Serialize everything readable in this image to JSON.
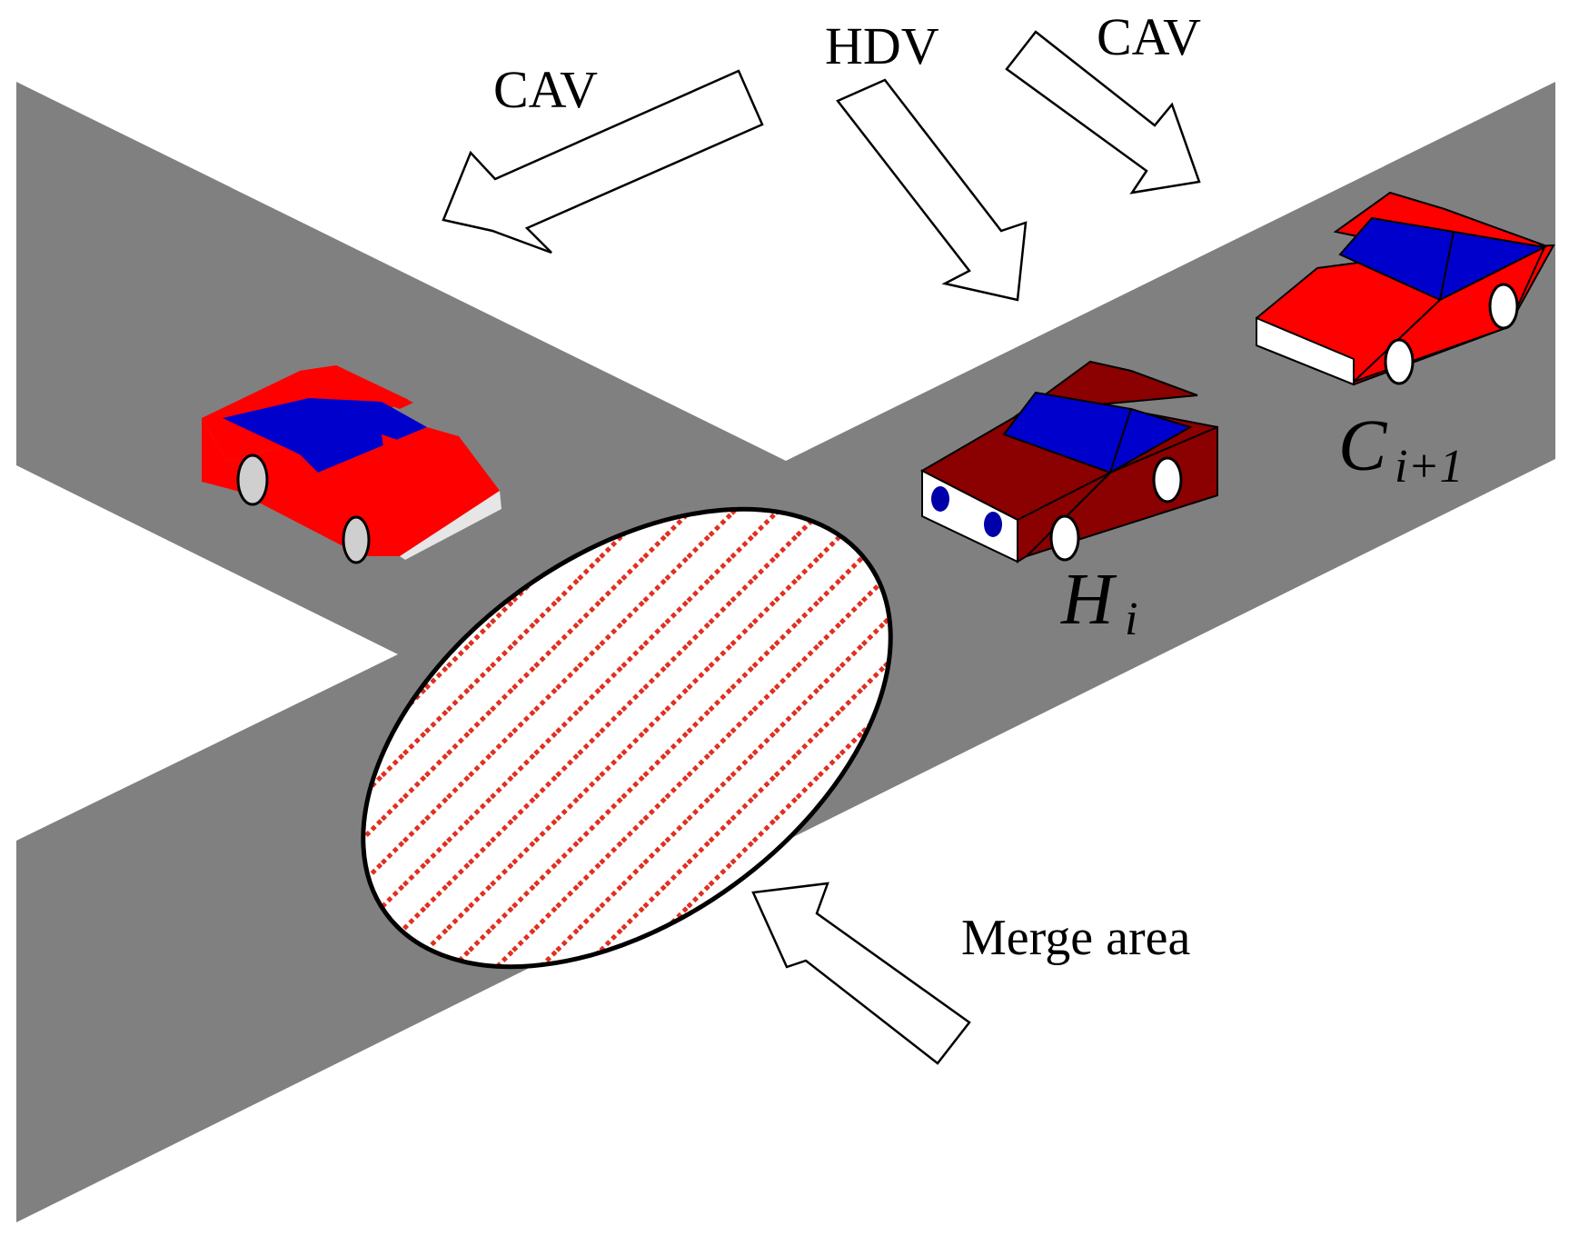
{
  "labels": {
    "cav_left": "CAV",
    "hdv_top": "HDV",
    "cav_right": "CAV",
    "merge": "Merge area"
  },
  "vehicles": {
    "h_main": "H",
    "h_sub": "i",
    "c_main": "C",
    "c_sub": "i+1"
  },
  "colors": {
    "road": "#808080",
    "cav_body": "#ff0000",
    "hdv_body": "#8b0000",
    "window": "#0000cc",
    "merge_stripe": "#e03020"
  }
}
